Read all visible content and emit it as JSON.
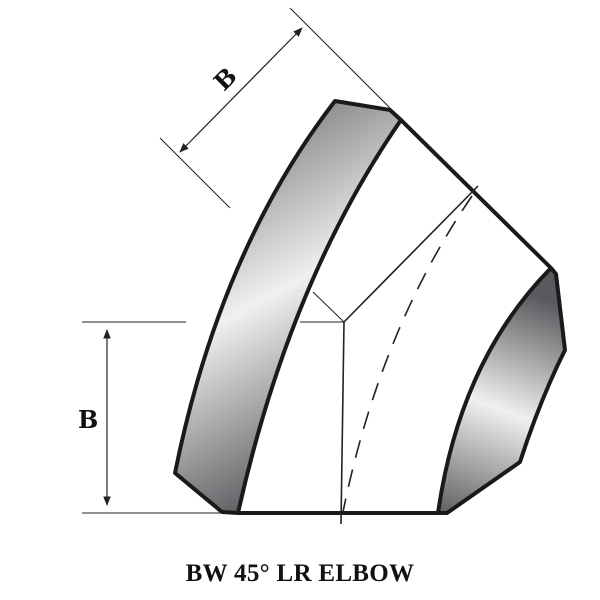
{
  "diagram": {
    "caption": "BW 45° LR ELBOW",
    "dimension_top_label": "B",
    "dimension_left_label": "B",
    "colors": {
      "outline": "#1a1a1a",
      "shade_dark": "#5a5a5e",
      "shade_light": "#f2f2f2"
    }
  }
}
